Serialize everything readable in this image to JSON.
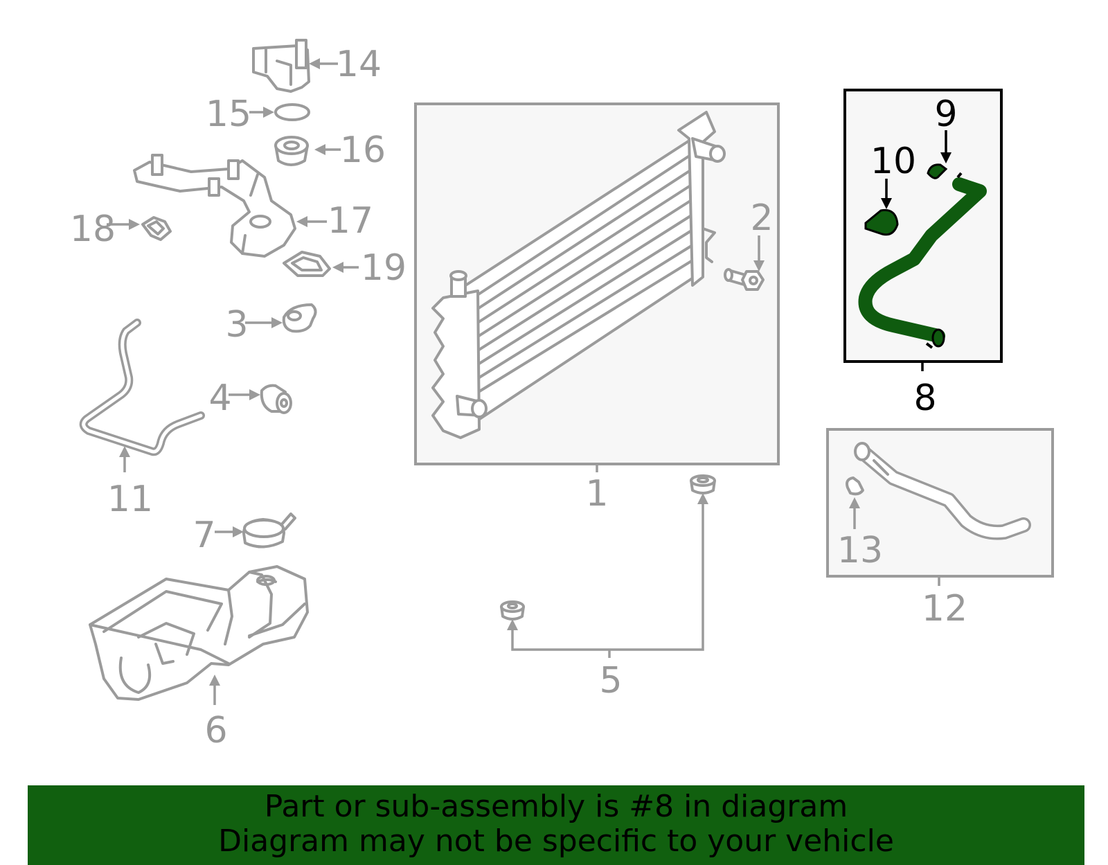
{
  "callouts": {
    "c1": "1",
    "c2": "2",
    "c3": "3",
    "c4": "4",
    "c5": "5",
    "c6": "6",
    "c7": "7",
    "c8": "8",
    "c9": "9",
    "c10": "10",
    "c11": "11",
    "c12": "12",
    "c13": "13",
    "c14": "14",
    "c15": "15",
    "c16": "16",
    "c17": "17",
    "c18": "18",
    "c19": "19"
  },
  "highlight": {
    "part_number": "8",
    "color": "#11600f"
  },
  "banner": {
    "line1": "Part or sub-assembly is #8 in diagram",
    "line2": "Diagram may not be specific to your vehicle"
  }
}
